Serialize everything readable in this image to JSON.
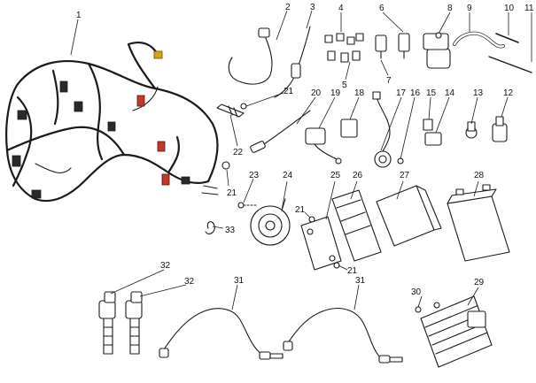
{
  "callouts": [
    {
      "id": "1",
      "label": "1"
    },
    {
      "id": "2",
      "label": "2"
    },
    {
      "id": "3",
      "label": "3"
    },
    {
      "id": "4",
      "label": "4"
    },
    {
      "id": "5",
      "label": "5"
    },
    {
      "id": "6",
      "label": "6"
    },
    {
      "id": "7",
      "label": "7"
    },
    {
      "id": "8",
      "label": "8"
    },
    {
      "id": "9",
      "label": "9"
    },
    {
      "id": "10",
      "label": "10"
    },
    {
      "id": "11",
      "label": "11"
    },
    {
      "id": "12",
      "label": "12"
    },
    {
      "id": "13",
      "label": "13"
    },
    {
      "id": "14",
      "label": "14"
    },
    {
      "id": "15",
      "label": "15"
    },
    {
      "id": "16",
      "label": "16"
    },
    {
      "id": "17",
      "label": "17"
    },
    {
      "id": "18",
      "label": "18"
    },
    {
      "id": "19",
      "label": "19"
    },
    {
      "id": "20",
      "label": "20"
    },
    {
      "id": "21a",
      "label": "21"
    },
    {
      "id": "21b",
      "label": "21"
    },
    {
      "id": "21c",
      "label": "21"
    },
    {
      "id": "21d",
      "label": "21"
    },
    {
      "id": "22",
      "label": "22"
    },
    {
      "id": "23",
      "label": "23"
    },
    {
      "id": "24",
      "label": "24"
    },
    {
      "id": "25",
      "label": "25"
    },
    {
      "id": "26",
      "label": "26"
    },
    {
      "id": "27",
      "label": "27"
    },
    {
      "id": "28",
      "label": "28"
    },
    {
      "id": "29",
      "label": "29"
    },
    {
      "id": "30",
      "label": "30"
    },
    {
      "id": "31a",
      "label": "31"
    },
    {
      "id": "31b",
      "label": "31"
    },
    {
      "id": "32a",
      "label": "32"
    },
    {
      "id": "32b",
      "label": "32"
    },
    {
      "id": "33",
      "label": "33"
    }
  ]
}
